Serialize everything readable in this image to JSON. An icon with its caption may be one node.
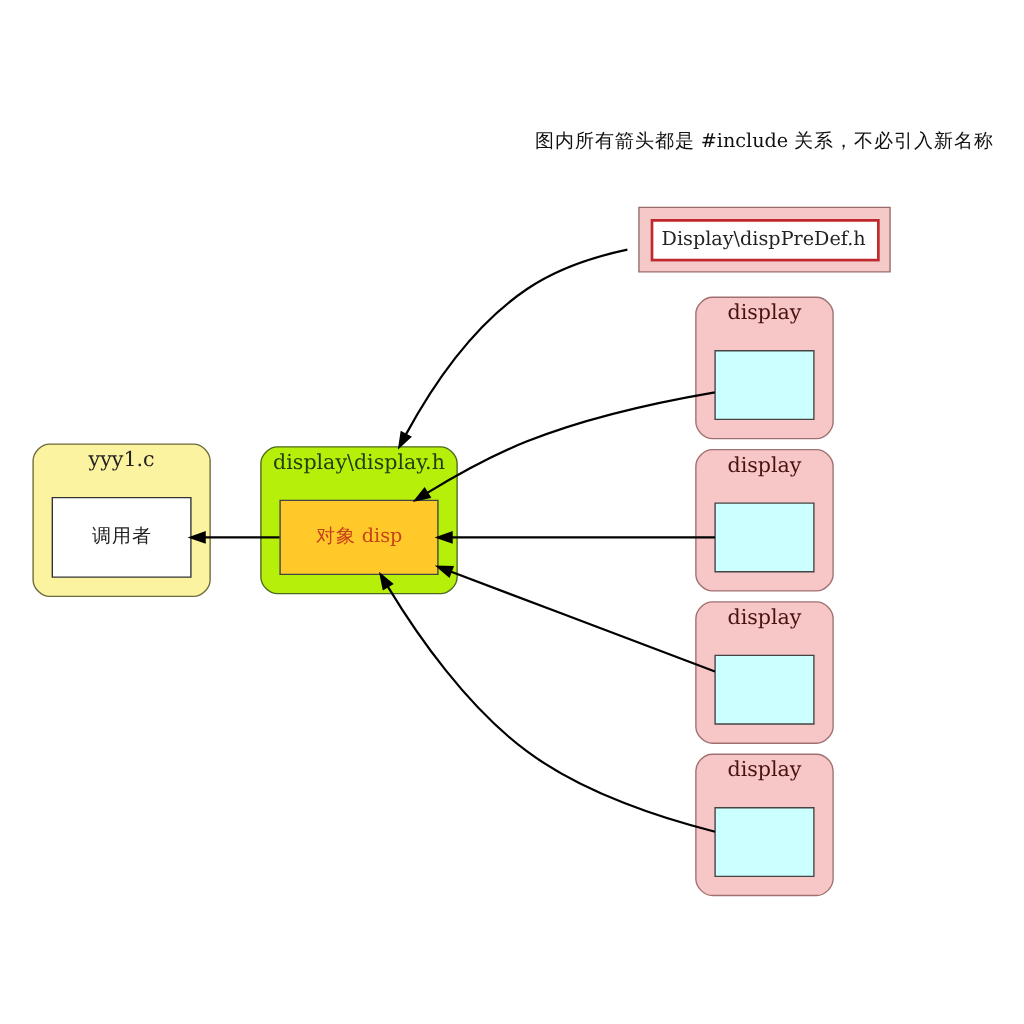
{
  "diagram": {
    "nodes": [
      {
        "text": [
          "yyy1.c"
        ]
      },
      {
        "text": [
          "调用者"
        ],
        "in": 0
      },
      {
        "text": [
          "Display\\dispPreDef.h"
        ]
      },
      {
        "text": [
          "display\\display.h"
        ]
      },
      {
        "text": [
          "对象 disp"
        ],
        "in": 3
      },
      {
        "text": [
          "display"
        ]
      },
      {
        "text": [],
        "shape": "box",
        "in": 5
      },
      {
        "text": [
          "display"
        ]
      },
      {
        "text": [],
        "shape": "box",
        "in": 7
      },
      {
        "text": [
          "display"
        ]
      },
      {
        "text": [],
        "shape": "box",
        "in": 9
      },
      {
        "text": [
          "display"
        ]
      },
      {
        "text": [],
        "shape": "box",
        "in": 11
      }
    ],
    "edges": [
      {
        "from": 2,
        "to": 3,
        "arrow": "to"
      },
      {
        "from": 4,
        "to": 1,
        "arrow": "to"
      },
      {
        "from": 6,
        "to": 4,
        "arrow": "to"
      },
      {
        "from": 8,
        "to": 4,
        "arrow": "to"
      },
      {
        "from": 10,
        "to": 4,
        "arrow": "to"
      },
      {
        "from": 12,
        "to": 4,
        "arrow": "to"
      }
    ],
    "labels": [
      "图内所有箭头都是 #include 关系，不必引入新名称"
    ]
  }
}
